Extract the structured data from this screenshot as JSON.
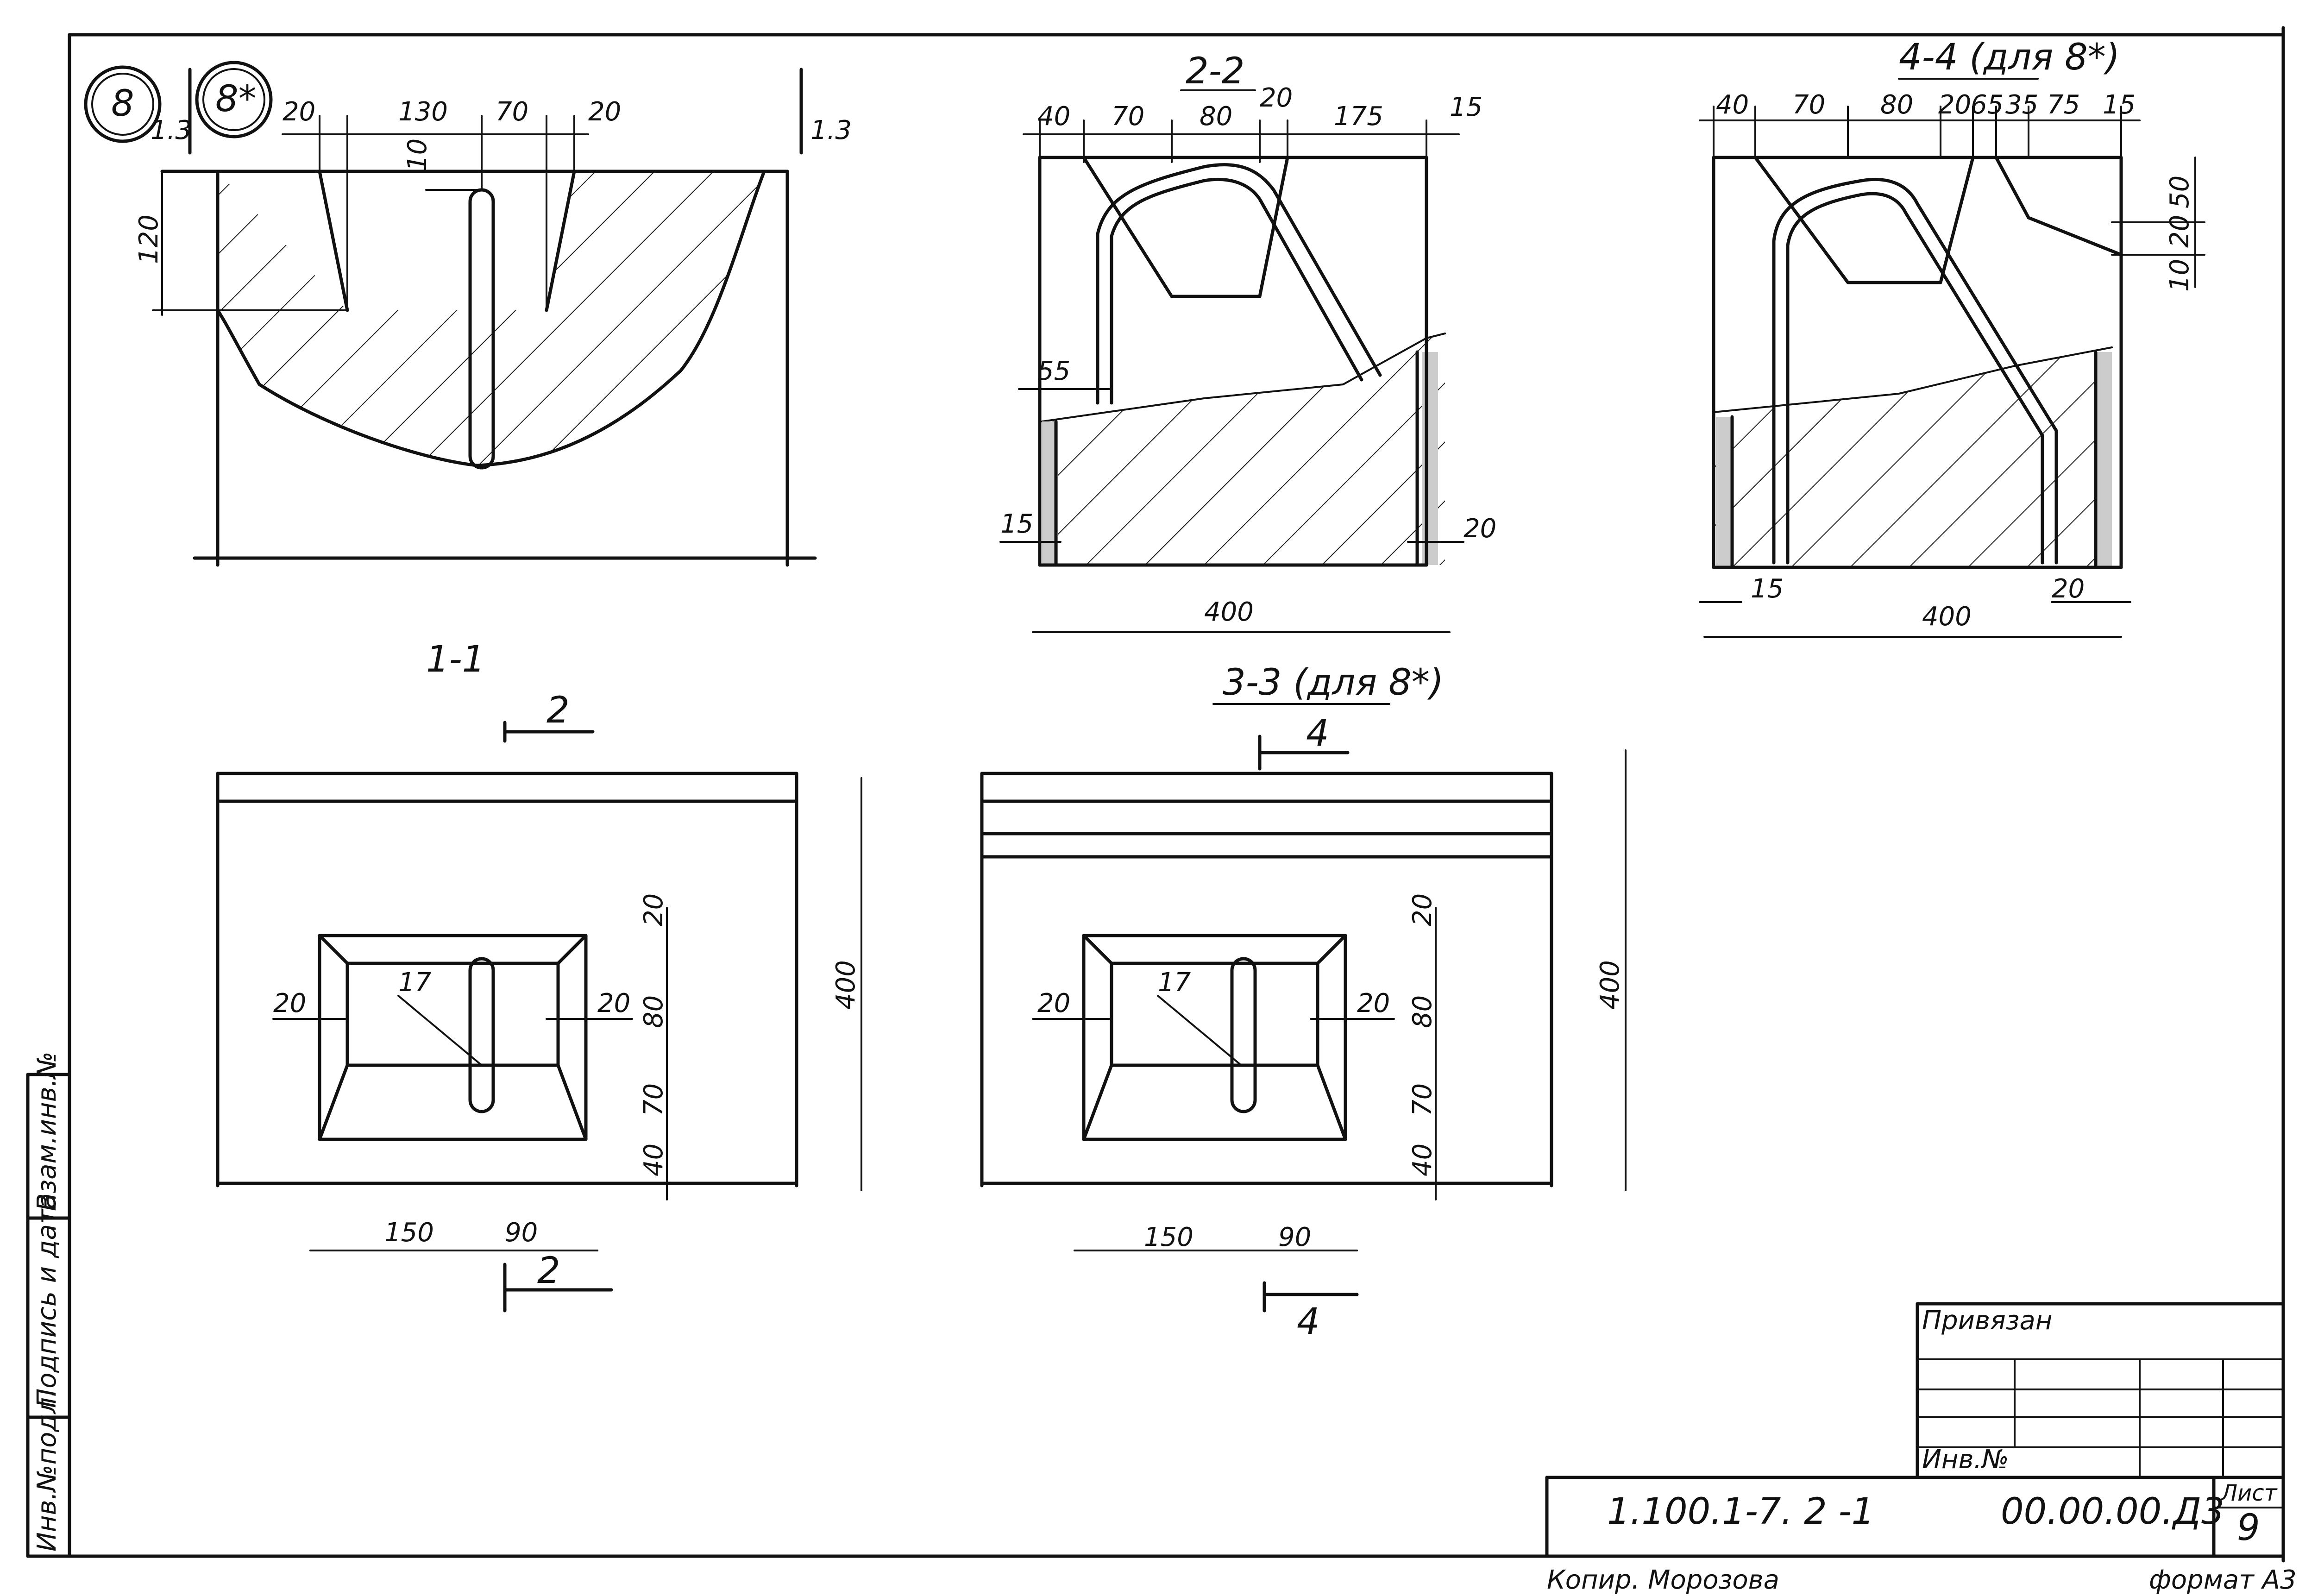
{
  "markers": {
    "circle_1": "8",
    "circle_2": "8*"
  },
  "section_1_1": {
    "label": "1-1",
    "cut_mark": "1.3",
    "dims_top": [
      "20",
      "130",
      "70",
      "20"
    ],
    "dim_left": "120",
    "dim_gap": "10"
  },
  "section_2_2": {
    "label": "2-2",
    "dims_top": [
      "40",
      "70",
      "80",
      "20",
      "175",
      "15"
    ],
    "dim_55": "55",
    "dim_15": "15",
    "dim_20": "20",
    "dim_400": "400"
  },
  "section_4_4": {
    "label": "4-4 (для 8*)",
    "dims_top": [
      "40",
      "70",
      "80",
      "20",
      "65",
      "35",
      "75",
      "15"
    ],
    "dims_right": [
      "50",
      "20",
      "10"
    ],
    "dim_15": "15",
    "dim_20": "20",
    "dim_400": "400"
  },
  "section_3_3": {
    "label": "3-3 (для 8*)",
    "arrow_label": "4"
  },
  "plan_left": {
    "cut_top": "2",
    "cut_bottom": "2",
    "dim_left": "20",
    "dim_inner": "20",
    "dims_right": [
      "20",
      "80",
      "70",
      "40"
    ],
    "dim_height": "400",
    "dims_bottom": [
      "150",
      "90"
    ],
    "leader": "17"
  },
  "plan_right": {
    "cut_top": "4",
    "cut_bottom": "4",
    "dim_left": "20",
    "dim_inner": "20",
    "dims_right": [
      "20",
      "80",
      "70",
      "40"
    ],
    "dim_height": "400",
    "dims_bottom": [
      "150",
      "90"
    ],
    "leader": "17"
  },
  "side_stamp": [
    "Инв.№подл.",
    "Подпись и дата",
    "Взам.инв.№"
  ],
  "title_block": {
    "privyazan": "Привязан",
    "inv_no": "Инв.№",
    "code_left": "1.100.1-7. 2 -1",
    "code_right": "00.00.00.Д3",
    "sheet_label": "Лист",
    "sheet_no": "9",
    "copied": "Копир. Морозова",
    "format": "формат А3"
  }
}
